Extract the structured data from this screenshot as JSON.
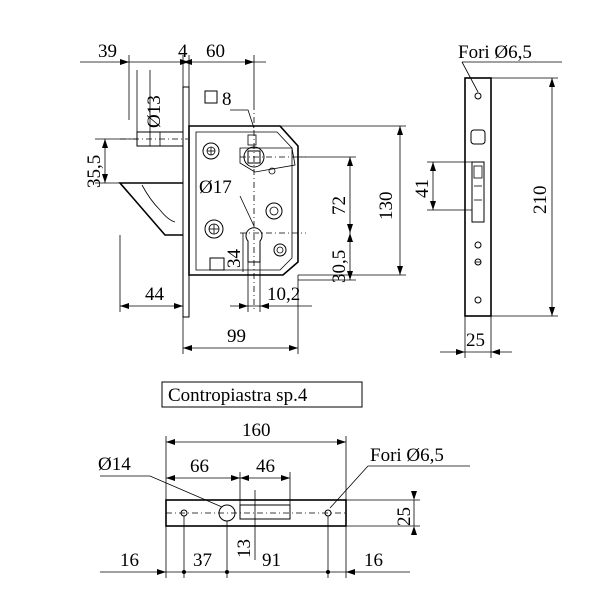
{
  "lock_front": {
    "dim_39": "39",
    "dim_4": "4",
    "dim_60": "60",
    "dim_d13": "Ø13",
    "dim_sq8": "8",
    "dim_35_5": "35,5",
    "dim_d17": "Ø17",
    "dim_34": "34",
    "dim_72": "72",
    "dim_130": "130",
    "dim_30_5": "30,5",
    "dim_44": "44",
    "dim_10_2": "10,2",
    "dim_99": "99"
  },
  "faceplate": {
    "holes_label": "Fori Ø6,5",
    "dim_41": "41",
    "dim_210": "210",
    "dim_25": "25"
  },
  "strike_plate": {
    "title": "Contropiastra sp.4",
    "dim_160": "160",
    "dim_d14": "Ø14",
    "dim_66": "66",
    "dim_46": "46",
    "holes_label": "Fori Ø6,5",
    "dim_25": "25",
    "dim_13": "13",
    "dim_16_left": "16",
    "dim_37": "37",
    "dim_91": "91",
    "dim_16_right": "16"
  }
}
